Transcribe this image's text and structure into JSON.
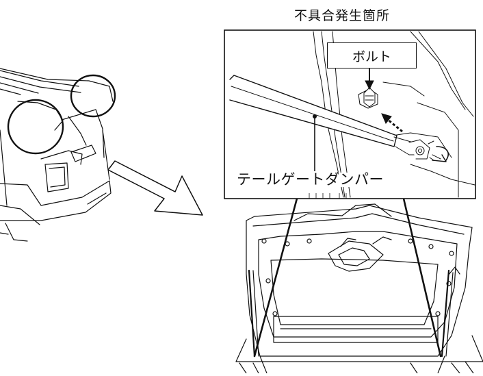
{
  "labels": {
    "title": "不具合発生箇所",
    "bolt": "ボルト",
    "damper": "テールゲートダンパー"
  },
  "colors": {
    "line": "#111111",
    "background": "#ffffff"
  }
}
